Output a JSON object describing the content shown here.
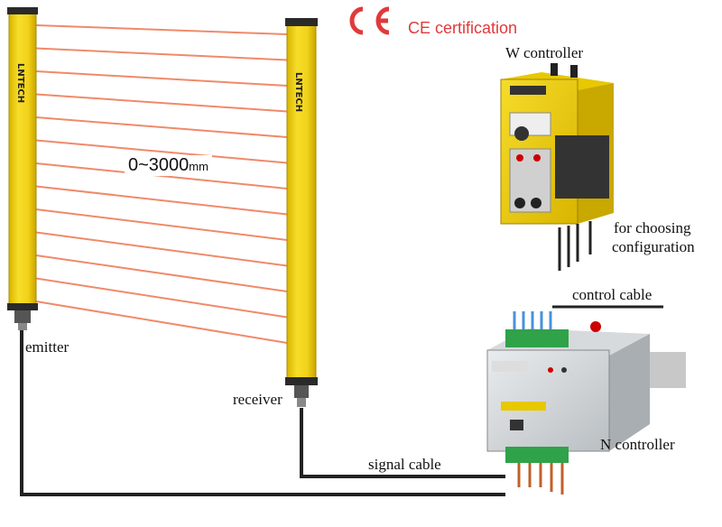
{
  "certification": {
    "mark": "CE",
    "text": "CE certification"
  },
  "brand": "LNTECH",
  "range": {
    "value": "0~3000",
    "unit": "mm"
  },
  "labels": {
    "w_controller": "W controller",
    "for_choosing_line1": "for choosing",
    "for_choosing_line2": "configuration",
    "control_cable": "control cable",
    "emitter": "emitter",
    "receiver": "receiver",
    "signal_cable": "signal cable",
    "n_controller": "N controller"
  },
  "colors": {
    "housing": "#f2d21a",
    "beam": "#f08a6a",
    "ce": "#e03a3a",
    "cable": "#222222"
  }
}
